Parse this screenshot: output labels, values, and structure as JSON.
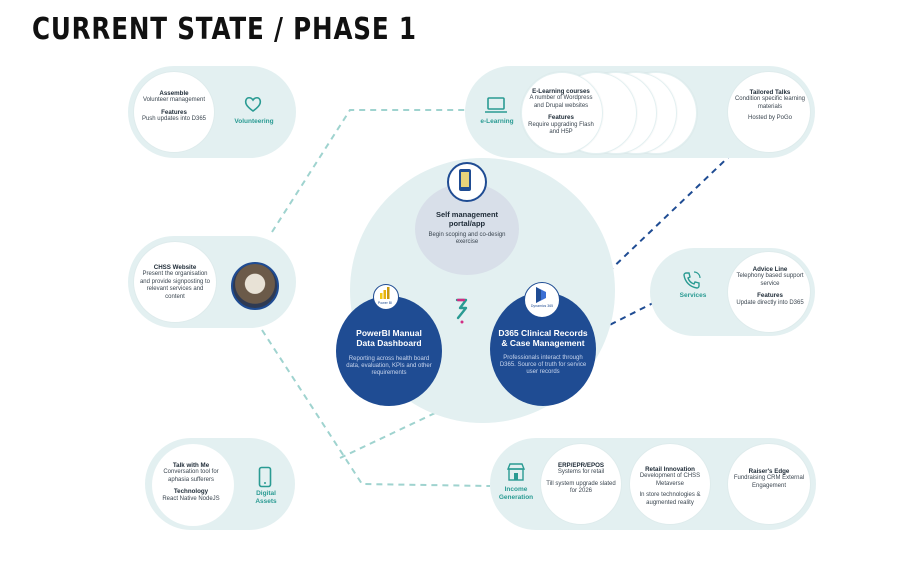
{
  "title": "CURRENT STATE / PHASE 1",
  "volunteering": {
    "label": "Volunteering",
    "item1_title": "Assemble",
    "item1_text": "Volunteer management",
    "item2_title": "Features",
    "item2_text": "Push updates into D365"
  },
  "elearning": {
    "label": "e-Learning",
    "courses_title": "E-Learning courses",
    "courses_text": "A number of Wordpress and Drupal websites",
    "features_title": "Features",
    "features_text": "Require upgrading Flash and H5P",
    "talks_title": "Tailored Talks",
    "talks_text": "Condition specific learning materials",
    "talks_host": "Hosted by PoGo"
  },
  "website": {
    "title": "CHSS Website",
    "text": "Present the organisation and provide signposting to relevant services and content"
  },
  "self": {
    "title": "Self management portal/app",
    "text": "Begin scoping and co-design exercise"
  },
  "powerbi": {
    "badge": "Power BI",
    "title": "PowerBI Manual Data Dashboard",
    "text": "Reporting across health board data, evaluation, KPIs and other requirements"
  },
  "d365": {
    "badge": "Dynamics 365",
    "title": "D365 Clinical Records & Case Management",
    "text": "Professionals interact through D365. Source of truth for service user records"
  },
  "services": {
    "label": "Services",
    "advice_title": "Advice Line",
    "advice_text": "Telephony based support service",
    "features_title": "Features",
    "features_text": "Update directly into D365"
  },
  "digital": {
    "label": "Digital Assets",
    "talk_title": "Talk with Me",
    "talk_text": "Conversation tool for aphasia sufferers",
    "tech_title": "Technology",
    "tech_text": "React Native NodeJS"
  },
  "income": {
    "label": "Income Generation",
    "erp_title": "ERP/EPR/EPOS",
    "erp_text": "Systems for retail",
    "erp_text2": "Till system upgrade slated for 2026",
    "retail_title": "Retail Innovation",
    "retail_text": "Development of CHSS Metaverse",
    "retail_text2": "In store technologies & augmented reality",
    "raisers_title": "Raiser's Edge",
    "raisers_text": "Fundraising CRM External Engagement"
  },
  "colors": {
    "teal": "#2a9b93",
    "navy": "#1f4c93",
    "pale": "#e3f0f1",
    "dash_teal": "#9fd3cf",
    "dash_navy": "#1f4c93"
  }
}
